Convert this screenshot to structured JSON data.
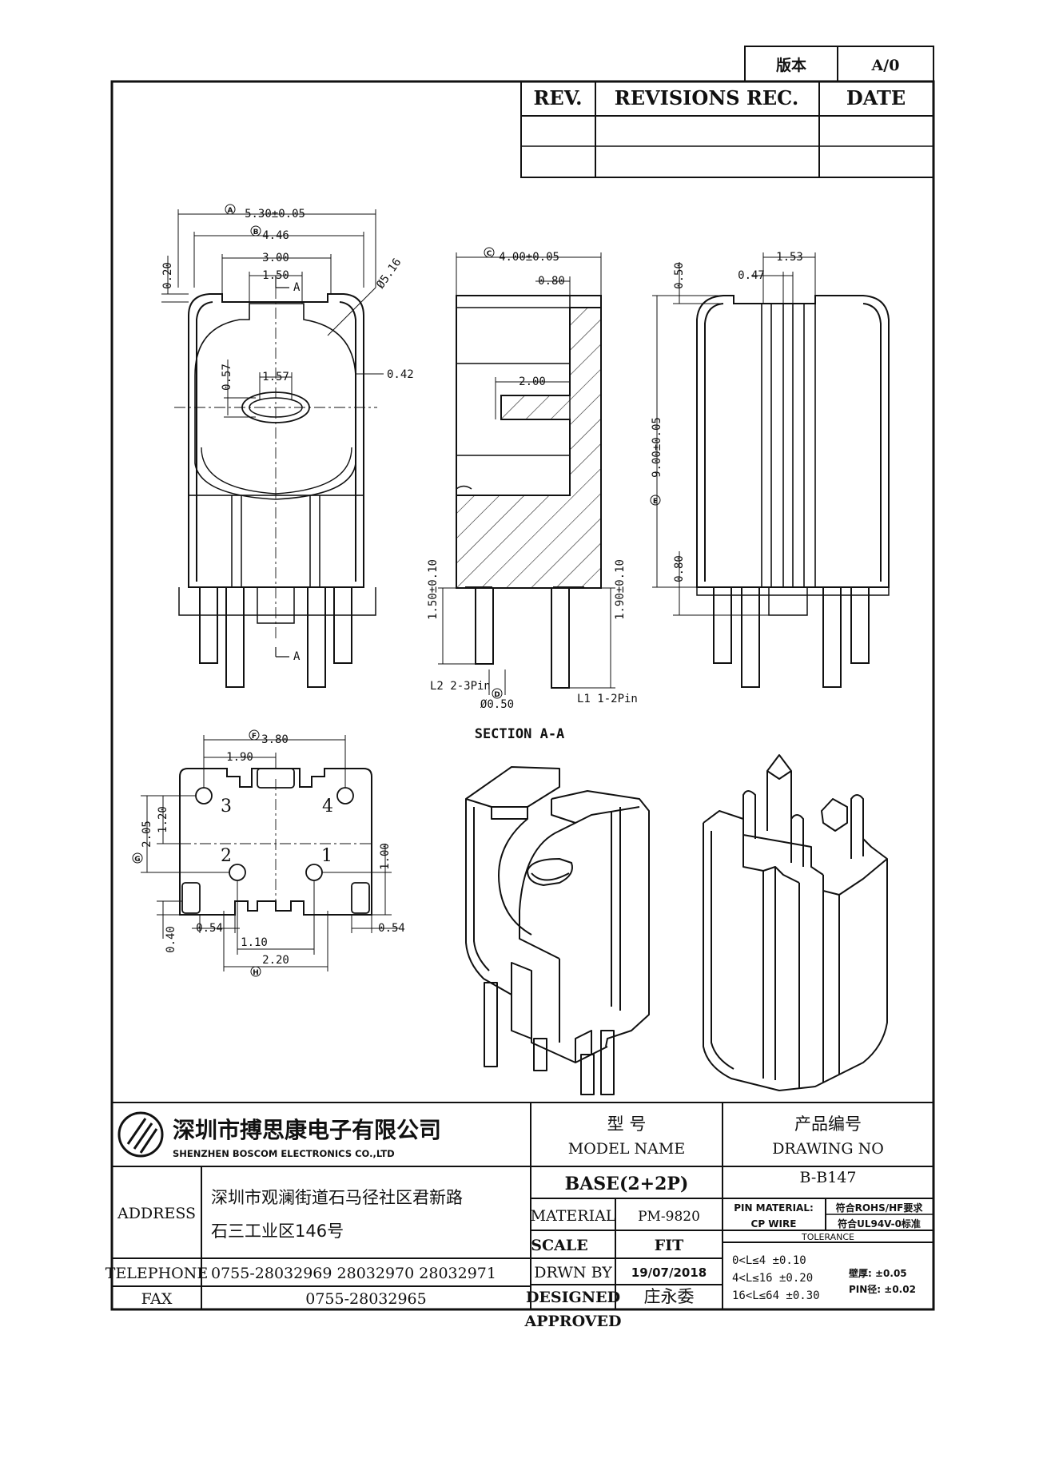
{
  "rev_table": {
    "version_label": "版本",
    "version_value": "A/0",
    "rev_header": "REV.",
    "revisions_header": "REVISIONS REC.",
    "date_header": "DATE"
  },
  "front_view": {
    "dim_a": "5.30±0.05",
    "dim_b": "4.46",
    "dim_300": "3.00",
    "dim_150": "1.50",
    "dim_020": "0.20",
    "dim_516": "Ø5.16",
    "dim_057": "0.57",
    "dim_157": "1.57",
    "dim_042": "0.42",
    "section_mark_top": "A",
    "section_mark_bottom": "A"
  },
  "section_view": {
    "dim_c": "4.00±0.05",
    "dim_080": "0.80",
    "dim_200": "2.00",
    "dim_150": "1.50±0.10",
    "dim_190": "1.90±0.10",
    "label_l2": "L2 2-3Pin",
    "label_l1": "L1 1-2Pin",
    "dim_d": "Ø0.50",
    "title": "SECTION A-A"
  },
  "side_view": {
    "dim_153": "1.53",
    "dim_047": "0.47",
    "dim_050": "0.50",
    "dim_900": "9.00±0.05",
    "dim_080": "0.80"
  },
  "bottom_view": {
    "dim_380": "3.80",
    "dim_190": "1.90",
    "dim_120": "1.20",
    "dim_205": "2.05",
    "dim_100": "1.00",
    "dim_040": "0.40",
    "dim_054_left": "0.54",
    "dim_054_right": "0.54",
    "dim_110": "1.10",
    "dim_220": "2.20",
    "pin1": "1",
    "pin2": "2",
    "pin3": "3",
    "pin4": "4"
  },
  "circle_labels": {
    "a": "A",
    "b": "B",
    "c": "C",
    "d": "D",
    "e": "E",
    "f": "F",
    "g": "G",
    "h": "H"
  },
  "title_block": {
    "company_cn": "深圳市搏思康电子有限公司",
    "company_en": "SHENZHEN BOSCOM ELECTRONICS CO.,LTD",
    "model_cn": "型    号",
    "model_en": "MODEL NAME",
    "drawing_cn": "产品编号",
    "drawing_en": "DRAWING NO",
    "model_value": "BASE(2+2P)",
    "drawing_value": "B-B147",
    "address_label": "ADDRESS",
    "address_line1": "深圳市观澜街道石马径社区君新路",
    "address_line2": "石三工业区146号",
    "telephone_label": "TELEPHONE",
    "telephone_value": "0755-28032969 28032970 28032971",
    "fax_label": "FAX",
    "fax_value": "0755-28032965",
    "material_label": "MATERIAL",
    "material_value": "PM-9820",
    "scale_label": "SCALE",
    "scale_value": "FIT",
    "drawn_label": "DRWN BY",
    "drawn_value": "19/07/2018",
    "designed_label": "DESIGNED",
    "designed_value": "庄永委",
    "approved_label": "APPROVED",
    "pin_material_label": "PIN MATERIAL:",
    "pin_material_value": "符合ROHS/HF要求",
    "cp_wire_label": "CP WIRE",
    "cp_wire_value": "符合UL94V-0标准",
    "tolerance_label": "TOLERANCE",
    "tol_row1": "0<L≤4    ±0.10",
    "tol_row2": "4<L≤16   ±0.20",
    "tol_row3": "16<L≤64  ±0.30",
    "tol_note1": "壁厚: ±0.05",
    "tol_note2": "PIN径: ±0.02"
  }
}
